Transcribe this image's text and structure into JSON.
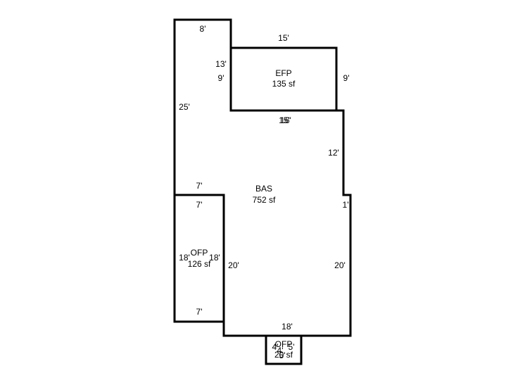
{
  "areas": {
    "bas": {
      "name": "BAS",
      "area": "752 sf"
    },
    "efp": {
      "name": "EFP",
      "area": "135 sf"
    },
    "ofp_left": {
      "name": "OFP",
      "area": "126 sf"
    },
    "ofp_bottom": {
      "name": "OFP",
      "area": "20 sf"
    }
  },
  "dimensions": {
    "bas_top_left": "8'",
    "bas_left_upper": "25'",
    "bas_notch_left": "13'",
    "bas_notch_bottom_a": "15'",
    "bas_notch_bottom_b": "16'",
    "bas_right_upper": "12'",
    "bas_jog_right": "1'",
    "bas_right_lower": "20'",
    "bas_bottom": "18'",
    "bas_inner_left": "20'",
    "bas_ledge": "7'",
    "efp_top": "15'",
    "efp_left": "9'",
    "efp_right": "9'",
    "ofp_left_top": "7'",
    "ofp_left_bottom": "7'",
    "ofp_left_left": "18'",
    "ofp_left_right": "18'",
    "ofp_bottom_left": "4'",
    "ofp_bottom_right": "5'",
    "ofp_bottom_a": "4'",
    "ofp_bottom_b": "5'"
  }
}
